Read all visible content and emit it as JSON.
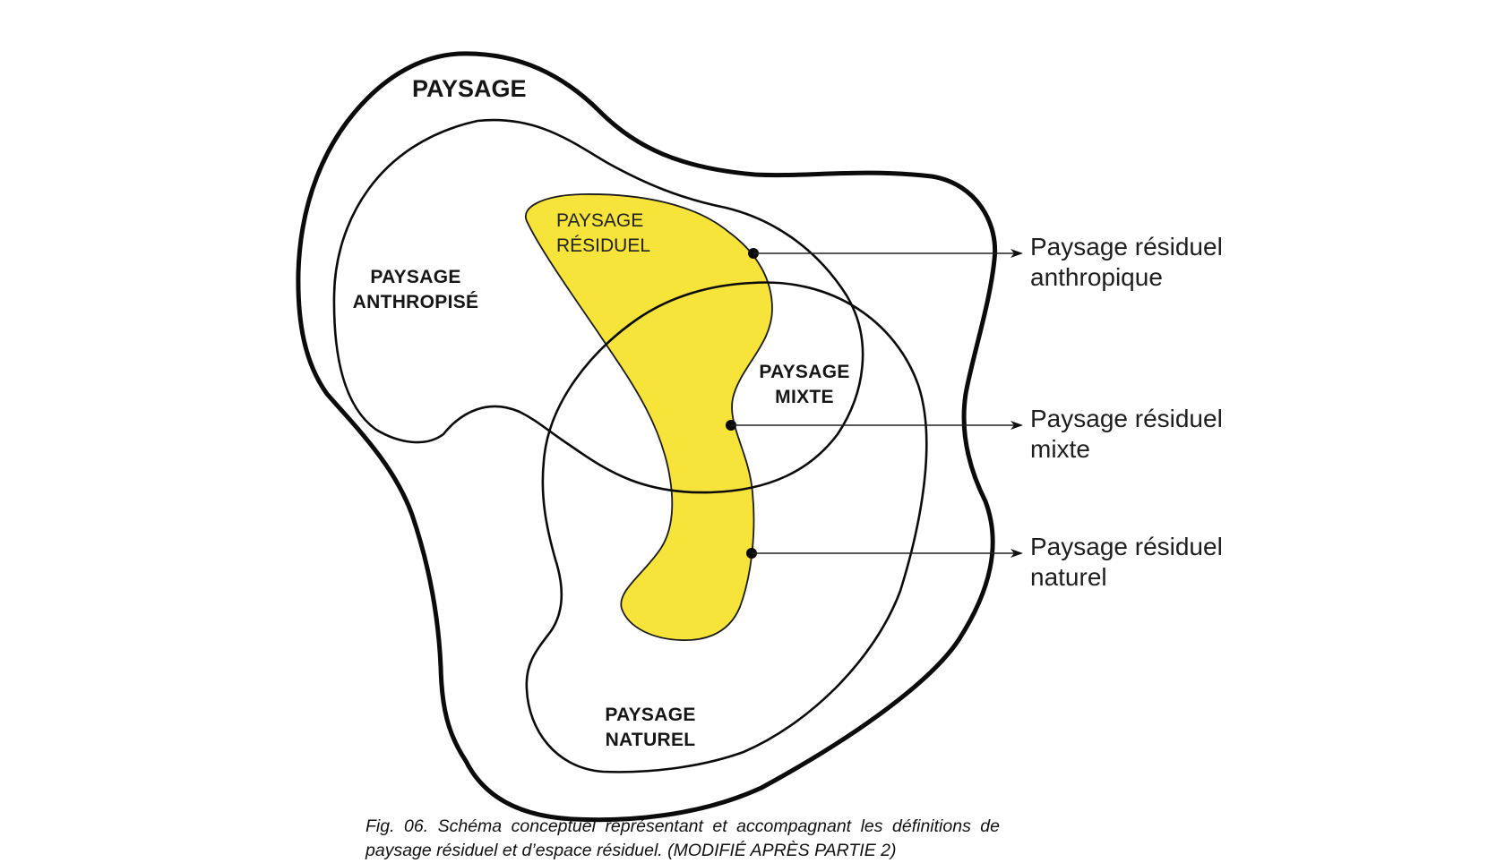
{
  "colors": {
    "residual_fill": "#F6E43A",
    "stroke": "#0B0B0B",
    "background": "#FFFFFF"
  },
  "diagram": {
    "title": "PAYSAGE",
    "zones": {
      "anthropise": [
        "PAYSAGE",
        "ANTHROPISÉ"
      ],
      "residuel": [
        "PAYSAGE",
        "RÉSIDUEL"
      ],
      "mixte": [
        "PAYSAGE",
        "MIXTE"
      ],
      "naturel": [
        "PAYSAGE",
        "NATUREL"
      ]
    },
    "callouts": [
      {
        "id": "anthropique",
        "lines": [
          "Paysage résiduel",
          "anthropique"
        ]
      },
      {
        "id": "mixte",
        "lines": [
          "Paysage résiduel",
          "mixte"
        ]
      },
      {
        "id": "naturel",
        "lines": [
          "Paysage résiduel",
          "naturel"
        ]
      }
    ]
  },
  "caption": {
    "line1": "Fig. 06. Schéma conceptuel représentant et accompagnant les définitions de",
    "line2": "paysage résiduel et d’espace résiduel. (MODIFIÉ APRÈS PARTIE 2)"
  }
}
